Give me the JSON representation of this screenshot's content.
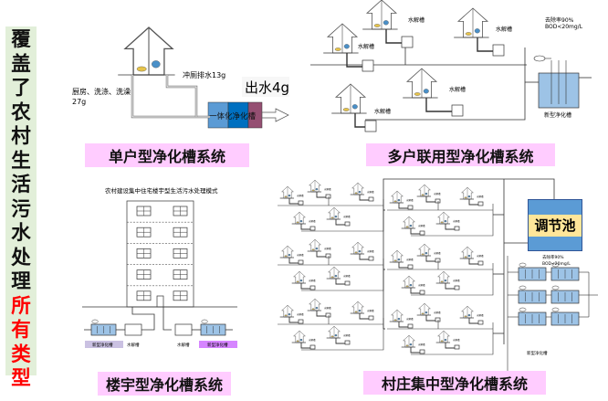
{
  "side_title": {
    "black": [
      "覆",
      "盖",
      "了",
      "农",
      "村",
      "生",
      "活",
      "污",
      "水",
      "处",
      "理"
    ],
    "red": [
      "所",
      "有",
      "类",
      "型"
    ]
  },
  "single": {
    "caption": "单户型净化槽系统",
    "toilet_label": "冲厕排水13g",
    "kitchen_label_1": "厨房、洗涤、洗澡",
    "kitchen_label_2": "27g",
    "outflow_label": "出水4g",
    "tank_label": "一体化净化槽",
    "colors": {
      "light": "#5b9bd5",
      "mid": "#0070c0",
      "dark": "#954f72"
    }
  },
  "multi": {
    "caption": "多户联用型净化槽系统",
    "hydrolysis_label": "水解槽",
    "removal_1": "去除率90%",
    "removal_2": "BOD<20mg/L",
    "tank_label": "新型净化槽"
  },
  "building": {
    "caption": "楼宇型净化槽系统",
    "title": "农村建设集中住宅楼宇型生活污水处理模式",
    "hydrolysis_label": "水解槽",
    "tank_label": "新型净化槽"
  },
  "village": {
    "caption": "村庄集中型净化槽系统",
    "pool_label": "调节池",
    "hydrolysis_label": "水解槽",
    "removal_1": "去除率90%",
    "removal_2": "BOD<20mg/L",
    "tank_label": "新型净化槽"
  }
}
